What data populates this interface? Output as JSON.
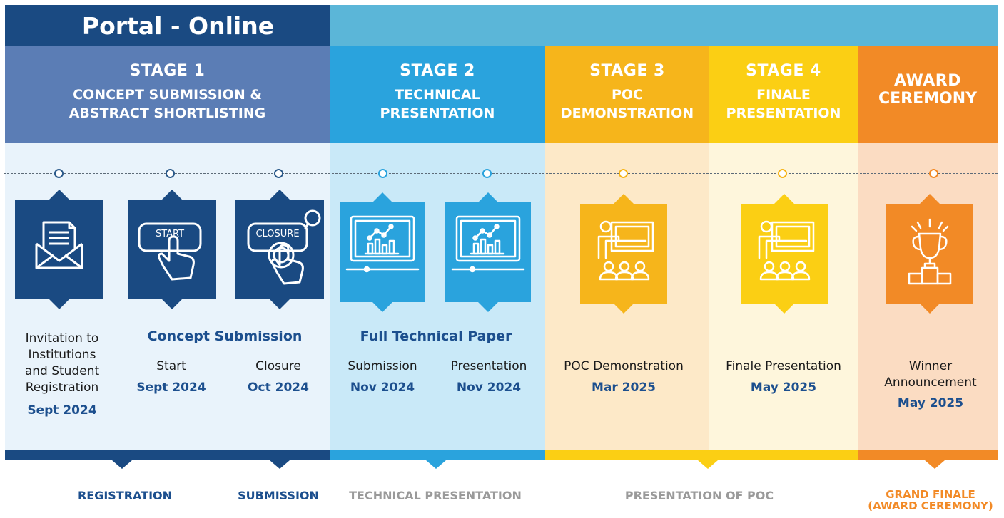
{
  "header": {
    "portal_label": "Portal - Online"
  },
  "stages": [
    {
      "title": "STAGE 1",
      "subtitle_lines": [
        "CONCEPT SUBMISSION &",
        "ABSTRACT SHORTLISTING"
      ]
    },
    {
      "title": "STAGE 2",
      "subtitle_lines": [
        "TECHNICAL",
        "PRESENTATION"
      ]
    },
    {
      "title": "STAGE 3",
      "subtitle_lines": [
        "POC",
        "DEMONSTRATION"
      ]
    },
    {
      "title": "STAGE 4",
      "subtitle_lines": [
        "FINALE",
        "PRESENTATION"
      ]
    },
    {
      "title": "AWARD",
      "subtitle_lines": [
        "CEREMONY"
      ]
    }
  ],
  "cards": {
    "start_label": "START",
    "closure_label": "CLOSURE"
  },
  "steps": {
    "registration": {
      "caption_lines": [
        "Invitation to",
        "Institutions",
        "and Student",
        "Registration"
      ],
      "date": "Sept 2024"
    },
    "concept_group": "Concept Submission",
    "start": {
      "caption": "Start",
      "date": "Sept 2024"
    },
    "closure": {
      "caption": "Closure",
      "date": "Oct 2024"
    },
    "paper_group": "Full Technical Paper",
    "submission": {
      "caption": "Submission",
      "date": "Nov 2024"
    },
    "presentation": {
      "caption": "Presentation",
      "date": "Nov 2024"
    },
    "poc": {
      "caption": "POC Demonstration",
      "date": "Mar 2025"
    },
    "finale": {
      "caption": "Finale Presentation",
      "date": "May 2025"
    },
    "winner": {
      "caption_lines": [
        "Winner",
        "Announcement"
      ],
      "date": "May 2025"
    }
  },
  "bottom_labels": {
    "registration": "REGISTRATION",
    "submission": "SUBMISSION",
    "technical": "TECHNICAL PRESENTATION",
    "poc": "PRESENTATION OF POC",
    "grand_finale": "GRAND FINALE",
    "award": "(AWARD CEREMONY)"
  },
  "colors": {
    "navy": "#1a4a82",
    "stage1": "#5b7db5",
    "stage2": "#2aa3dd",
    "stage3": "#f6b51b",
    "stage4": "#fbcf14",
    "award": "#f28a26",
    "gray_label": "#9a9a9a"
  }
}
